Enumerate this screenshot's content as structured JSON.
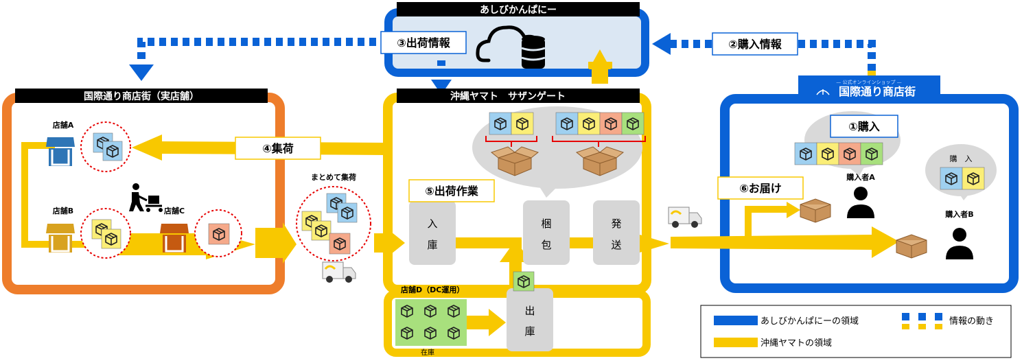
{
  "colors": {
    "blue": "#0a62d6",
    "yellow": "#f8c800",
    "orange": "#ee7d2b",
    "cloud_fill": "#dbe7f3",
    "header_bg": "#000000",
    "box_blue": "#9fd0f0",
    "box_yellow": "#fbee77",
    "box_red": "#f5a98a",
    "box_green": "#a8e07d",
    "bubble": "#d9d9d9",
    "station": "#d6d6d6"
  },
  "headers": {
    "ashibi": "あしびかんぱにー",
    "yamato": "沖縄ヤマト　サザンゲート",
    "shotengai": "国際通り商店街（実店舗）"
  },
  "labels": {
    "ship_info": "③出荷情報",
    "purchase_info": "②購入情報",
    "collect": "④集荷",
    "ship_work": "⑤出荷作業",
    "delivery": "⑥お届け",
    "purchase": "①購入",
    "bulk_collect": "まとめて集荷",
    "store_a": "店舗A",
    "store_b": "店舗B",
    "store_c": "店舗C",
    "store_d": "店舗D（DC運用）",
    "inventory": "在庫",
    "buyer_a": "購入者A",
    "buyer_b": "購入者B",
    "buyer_b_bubble": "購　入"
  },
  "stations": {
    "inbound": [
      "入",
      "庫"
    ],
    "packing": [
      "梱",
      "包"
    ],
    "dispatch": [
      "発",
      "送"
    ],
    "outbound": [
      "出",
      "庫"
    ]
  },
  "shop_banner": {
    "small": "— 公式オンラインショップ —",
    "main": "国際通り商店街"
  },
  "legend": {
    "ashibi_area": "あしびかんぱにーの領域",
    "yamato_area": "沖縄ヤマトの領域",
    "info_flow": "情報の動き"
  }
}
